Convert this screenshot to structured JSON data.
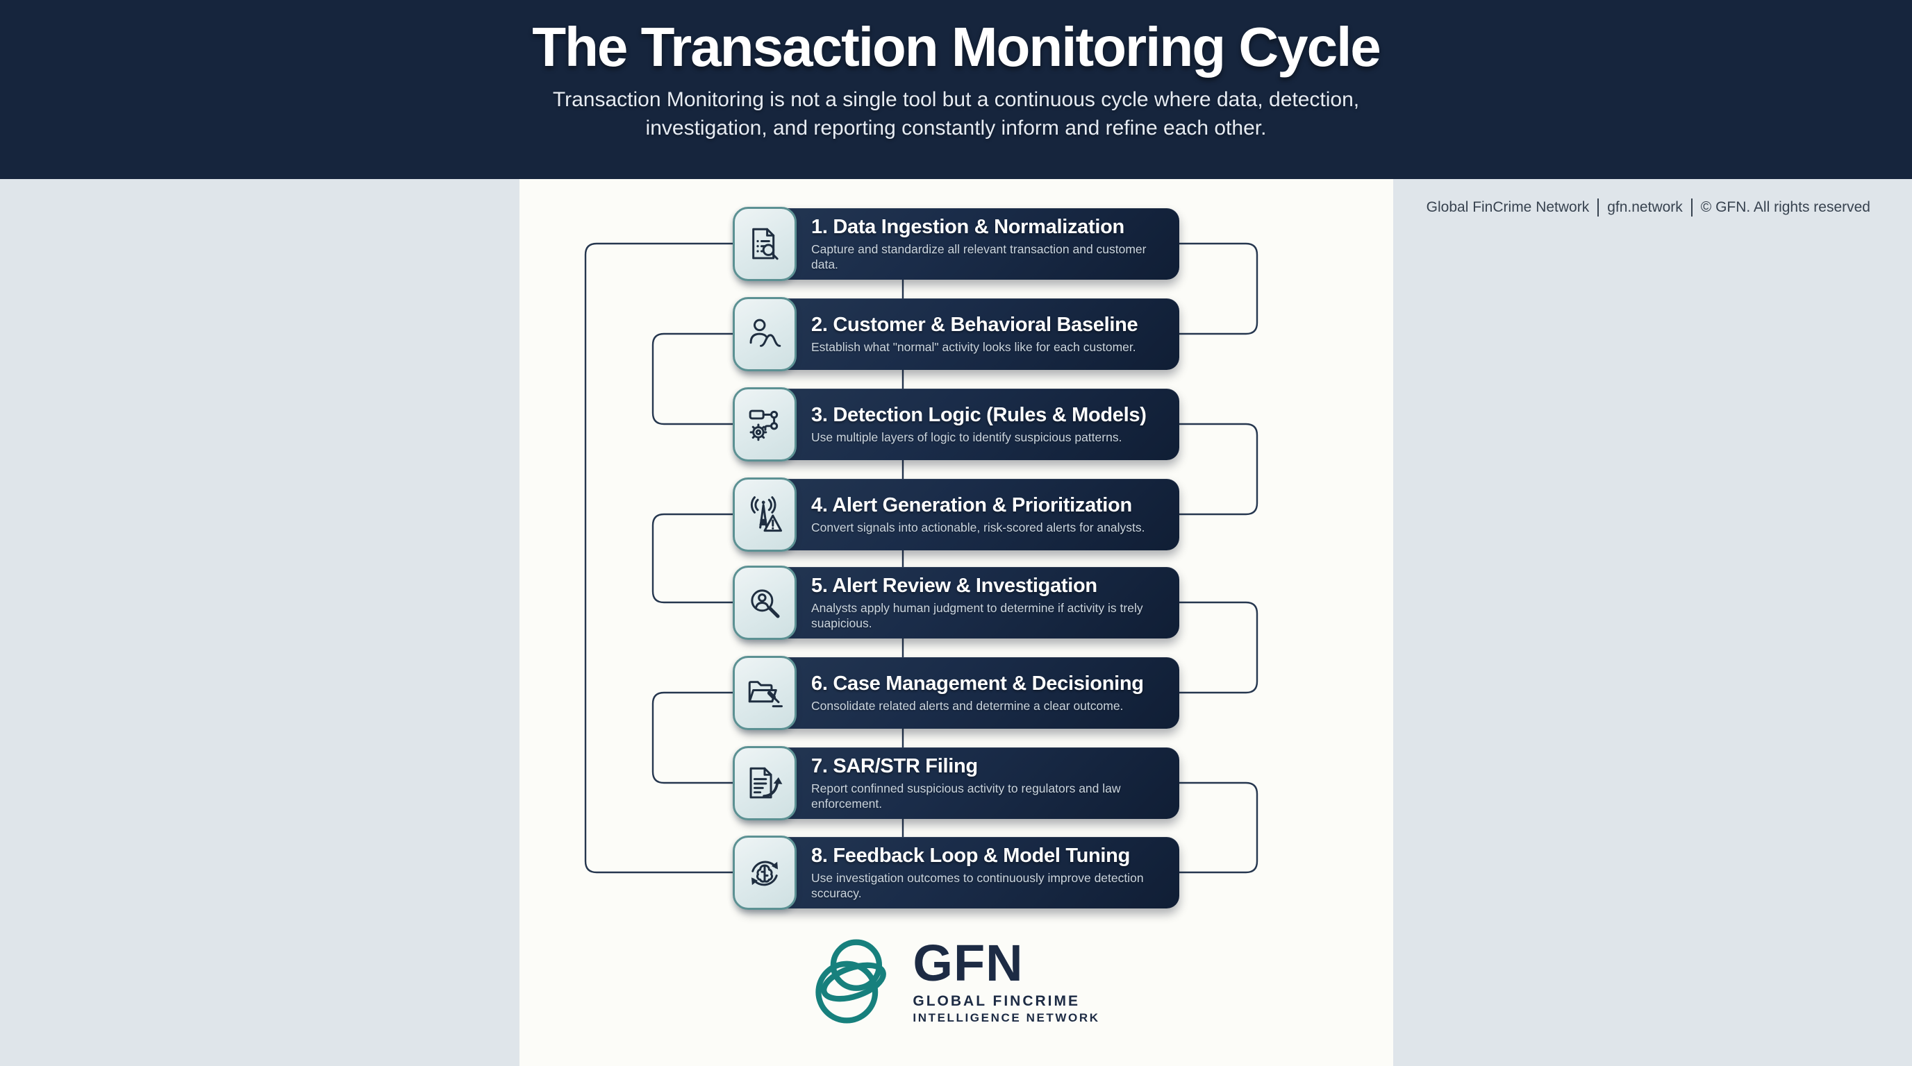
{
  "header": {
    "title": "The Transaction Monitoring Cycle",
    "subtitle": "Transaction Monitoring is not a single tool but a continuous cycle where data, detection, investigation, and reporting constantly inform and refine each other."
  },
  "attribution": {
    "org": "Global FinCrime Network",
    "site": "gfn.network",
    "copyright": "© GFN. All rights reserved"
  },
  "steps": [
    {
      "title": "1. Data Ingestion & Normalization",
      "description": "Capture and standardize all relevant transaction and customer data.",
      "icon": "document-search-icon"
    },
    {
      "title": "2. Customer & Behavioral Baseline",
      "description": "Establish what \"normal\" activity looks like for each customer.",
      "icon": "person-curve-icon"
    },
    {
      "title": "3. Detection Logic (Rules & Models)",
      "description": "Use multiple layers of logic to identify suspicious patterns.",
      "icon": "gear-flow-icon"
    },
    {
      "title": "4. Alert Generation & Prioritization",
      "description": "Convert signals into actionable, risk-scored alerts for analysts.",
      "icon": "alert-tower-icon"
    },
    {
      "title": "5. Alert Review & Investigation",
      "description": "Analysts apply human judgment to determine if activity is trely suapicious.",
      "icon": "person-magnifier-icon"
    },
    {
      "title": "6. Case Management & Decisioning",
      "description": "Consolidate related alerts and determine a clear outcome.",
      "icon": "folder-gavel-icon"
    },
    {
      "title": "7. SAR/STR Filing",
      "description": "Report confinned suspicious activity to regulators and law enforcement.",
      "icon": "document-arrow-icon"
    },
    {
      "title": "8. Feedback Loop & Model Tuning",
      "description": "Use investigation outcomes to continuously improve detection sccuracy.",
      "icon": "brain-loop-icon"
    }
  ],
  "footer_logo": {
    "acronym": "GFN",
    "name_line1": "GLOBAL FINCRIME",
    "name_line2": "INTELLIGENCE NETWORK"
  },
  "colors": {
    "header_bg": "#16253d",
    "step_box_start": "#243753",
    "step_box_end": "#101e35",
    "icon_tile_bg": "#e2ecee",
    "icon_tile_border": "#5c9193",
    "connector": "#26374f",
    "page_bg": "#dfe5ea",
    "card_bg": "#fcfcf8",
    "logo_teal": "#17807d",
    "step_title_text": "#ffffff",
    "step_desc_text": "#cbd5de"
  }
}
